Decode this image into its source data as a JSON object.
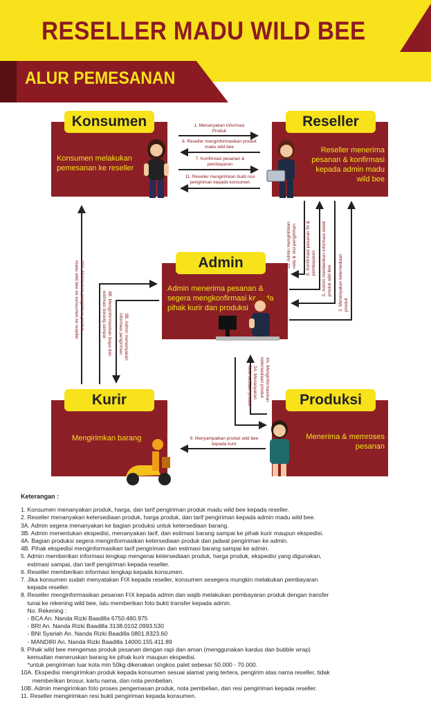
{
  "header": {
    "title": "RESELLER MADU WILD BEE",
    "subtitle": "ALUR PEMESANAN"
  },
  "colors": {
    "yellow": "#f7e21b",
    "maroon": "#8c1f26",
    "dark_maroon": "#5a0f15"
  },
  "boxes": {
    "konsumen": {
      "label": "Konsumen",
      "text": "Konsumen melakukan pemesanan ke reseller"
    },
    "reseller": {
      "label": "Reseller",
      "text": "Reseller menerima pesanan & konfirmasi kepada admin madu wild bee"
    },
    "admin": {
      "label": "Admin",
      "text": "Admin menerima pesanan & segera mengkonfirmasi kepada pihak kurir dan produksi"
    },
    "kurir": {
      "label": "Kurir",
      "text": "Mengirimkan barang"
    },
    "produksi": {
      "label": "Produksi",
      "text": "Menerima & memroses pesanan"
    }
  },
  "arrows": {
    "a1": "1. Menanyakan Informasi Produk",
    "a6": "6. Reseller menginformasikan produk madu wild bee",
    "a7": "7. Konfirmasi pesanan & pembayaran",
    "a11": "11. Reseller mengirimkan bukti resi pengiriman kepada konsumen",
    "a10": "10. Admin mengirimkan nota & resi pengiriman",
    "a8": "8. Konfirmasi pesanan fix & pembayaran",
    "a5": "5. Admin memberikan informasi detail produk wild bee",
    "a2": "2. Menanyakan ketersediaan produk",
    "a10a": "10A. Melakukan pengiriman produk madu wild bee ke konsumen ke reseller",
    "a4b": "4B. Menginformasikan biaya dan estimasi barang sampai",
    "a3b": "3B. Admin menanyakan informasi pengiriman",
    "a4a": "4A. Menginformasikan ketersediaan produk",
    "a3a": "3A. Menanyakan ketersediaan produk",
    "a9": "9. Menyampaikan produk wild bee kepada kurir"
  },
  "notes": {
    "title": "Keterangan :",
    "lines": [
      "1. Konsumen menanyakan produk, harga, dan tarif pengiriman produk madu wild bee kepada reseller.",
      "2. Reseller menanyakan ketersediaan produk, harga produk, dan tarif pengiriman kepada admin madu wild bee.",
      "3A. Admin segera menanyakan ke bagian produksi untuk ketersediaan barang.",
      "3B. Admin menentukan ekspedisi, menanyakan tarif, dan estimasi barang sampai ke pihak kurir maupun ekspedisi.",
      "4A. Bagian produksi segera menginformasikan ketersediaan produk dan jadwal pengiriman ke admin.",
      "4B. Pihak ekspedisi menginformasikan tarif pengiriman dan estimasi barang sampai ke admin.",
      "5. Admin memberikan informasi lengkap mengenai ketersediaan produk, harga produk, ekspedisi yang digunakan,",
      "    estimasi sampai, dan tarif pengiriman kepada reseller.",
      "6. Reseller memberikan informasi lengkap kepada konsumen.",
      "7. Jika konsumen sudah menyatakan FIX kepada reseller, konsumen sesegera mungkin melakukan pembayaran",
      "    kepada reseller.",
      "8. Reseller menginformasikan pesanan FIX kepada admin dan wajib melakukan pembayaran produk dengan transfer",
      "    tunai ke rekening wild bee, lalu memberikan foto bukti transfer kepada admin.",
      "    No. Rekening :",
      "    - BCA An. Nanda Rizki Baadilla 6750.480.975",
      "    - BRI An. Nanda Rizki Baadilla 3138.0102.0993.530",
      "    - BNI Syariah An. Nanda Rizki Baadilla 0801.8323.60",
      "    - MANDIRI An. Nanda Rizki Baadilla 14000.155.411.89",
      "9. Pihak wild bee mengemas produk pesanan dengan rapi dan aman (menggunakan kardus dan bubble wrap)",
      "    kemudian meneruskan barang ke pihak kurir maupun ekspedisi.",
      "    *untuk pengiriman luar kota min 50kg dikenakan ongkos palet sebesar 50.000 - 70.000.",
      "10A. Ekspedisi mengirimkan produk kepada konsumen sesuai alamat yang tertera, pengirim atas nama reseller, tidak",
      "       memberikan brosur, kartu nama, dan nota pembelian.",
      "10B. Admin mengirimkan foto proses pengemasan produk, nota pembelian, dan resi pengiriman kepada reseller.",
      "11. Reseller mengirimkan resi bukti pengiriman kepada konsumen."
    ]
  }
}
